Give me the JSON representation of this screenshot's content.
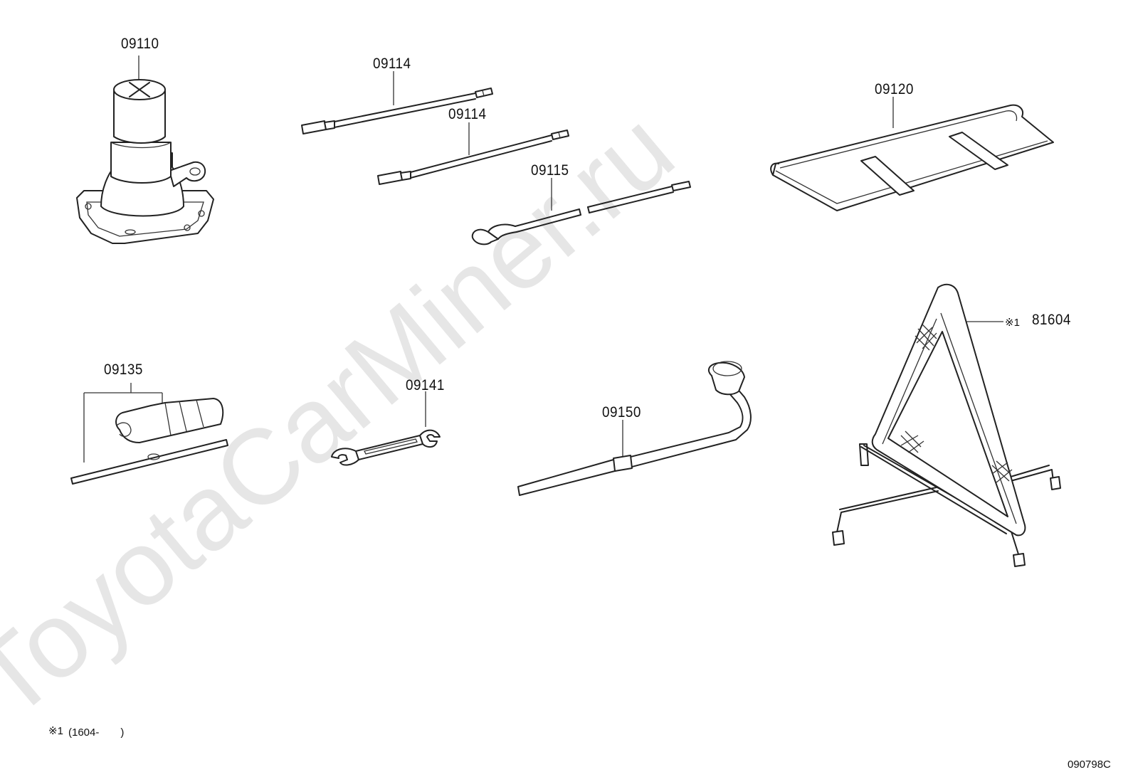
{
  "watermark": "ToyotaCarMiner.ru",
  "parts": [
    {
      "name": "jack",
      "label": "09110"
    },
    {
      "name": "extension-bar-1",
      "label": "09114"
    },
    {
      "name": "extension-bar-2",
      "label": "09114"
    },
    {
      "name": "jack-handle",
      "label": "09115"
    },
    {
      "name": "tool-bag",
      "label": "09120"
    },
    {
      "name": "screwdriver",
      "label": "09135"
    },
    {
      "name": "wrench",
      "label": "09141"
    },
    {
      "name": "lug-wrench",
      "label": "09150"
    },
    {
      "name": "warning-triangle",
      "label": "81604",
      "marker": "※1"
    }
  ],
  "footnote": {
    "marker": "※1",
    "text": "(1604-　　)"
  },
  "diagram_code": "090798C"
}
